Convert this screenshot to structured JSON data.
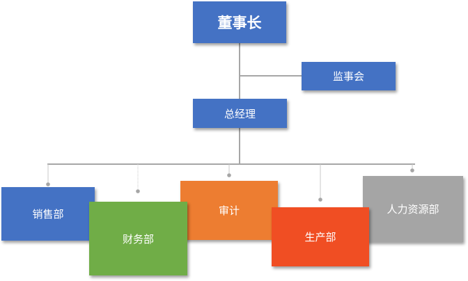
{
  "colors": {
    "blue": "#4472C4",
    "green": "#70AD47",
    "orange": "#ED7D31",
    "red_orange": "#F04E23",
    "gray": "#A5A5A5",
    "line": "#A6A6A6"
  },
  "org": {
    "chairman": {
      "label": "董事长",
      "color": "#4472C4"
    },
    "supervisors": {
      "label": "监事会",
      "color": "#4472C4"
    },
    "general_manager": {
      "label": "总经理",
      "color": "#4472C4"
    },
    "departments": [
      {
        "label": "销售部",
        "color": "#4472C4"
      },
      {
        "label": "财务部",
        "color": "#70AD47"
      },
      {
        "label": "审计",
        "color": "#ED7D31"
      },
      {
        "label": "生产部",
        "color": "#F04E23"
      },
      {
        "label": "人力资源部",
        "color": "#A5A5A5"
      }
    ]
  }
}
